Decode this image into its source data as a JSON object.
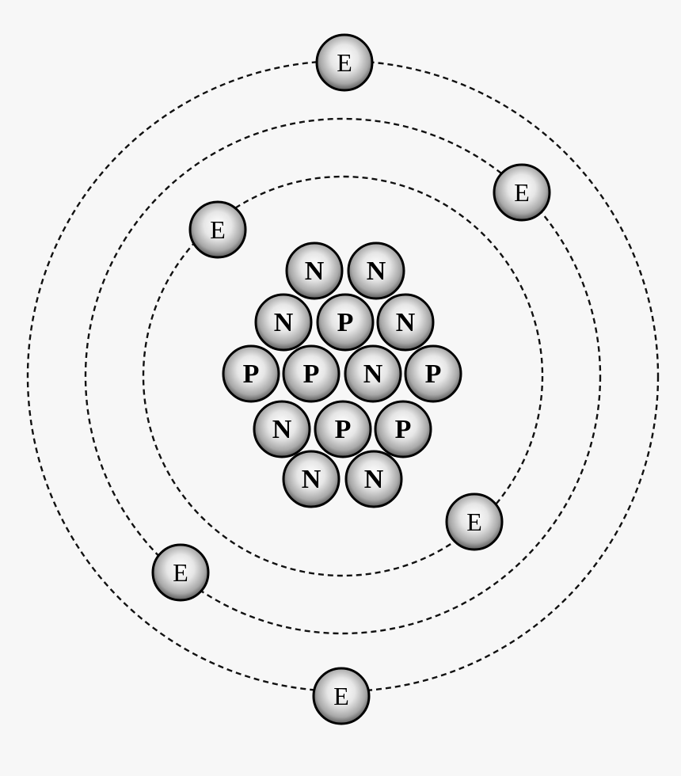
{
  "atom": {
    "orbit_count": 3,
    "nucleus": {
      "rows": [
        [
          "N",
          "N"
        ],
        [
          "N",
          "P",
          "N"
        ],
        [
          "P",
          "P",
          "N",
          "P"
        ],
        [
          "N",
          "P",
          "P"
        ],
        [
          "N",
          "N"
        ]
      ]
    },
    "electrons": [
      {
        "label": "E",
        "shell": 1
      },
      {
        "label": "E",
        "shell": 1
      },
      {
        "label": "E",
        "shell": 2
      },
      {
        "label": "E",
        "shell": 2
      },
      {
        "label": "E",
        "shell": 3
      },
      {
        "label": "E",
        "shell": 3
      }
    ],
    "colors": {
      "background": "#f7f7f7",
      "orbit_stroke": "#111111",
      "particle_highlight": "#ffffff",
      "particle_shadow": "#4a4a4a",
      "particle_outline": "#000000",
      "text": "#000000"
    }
  }
}
